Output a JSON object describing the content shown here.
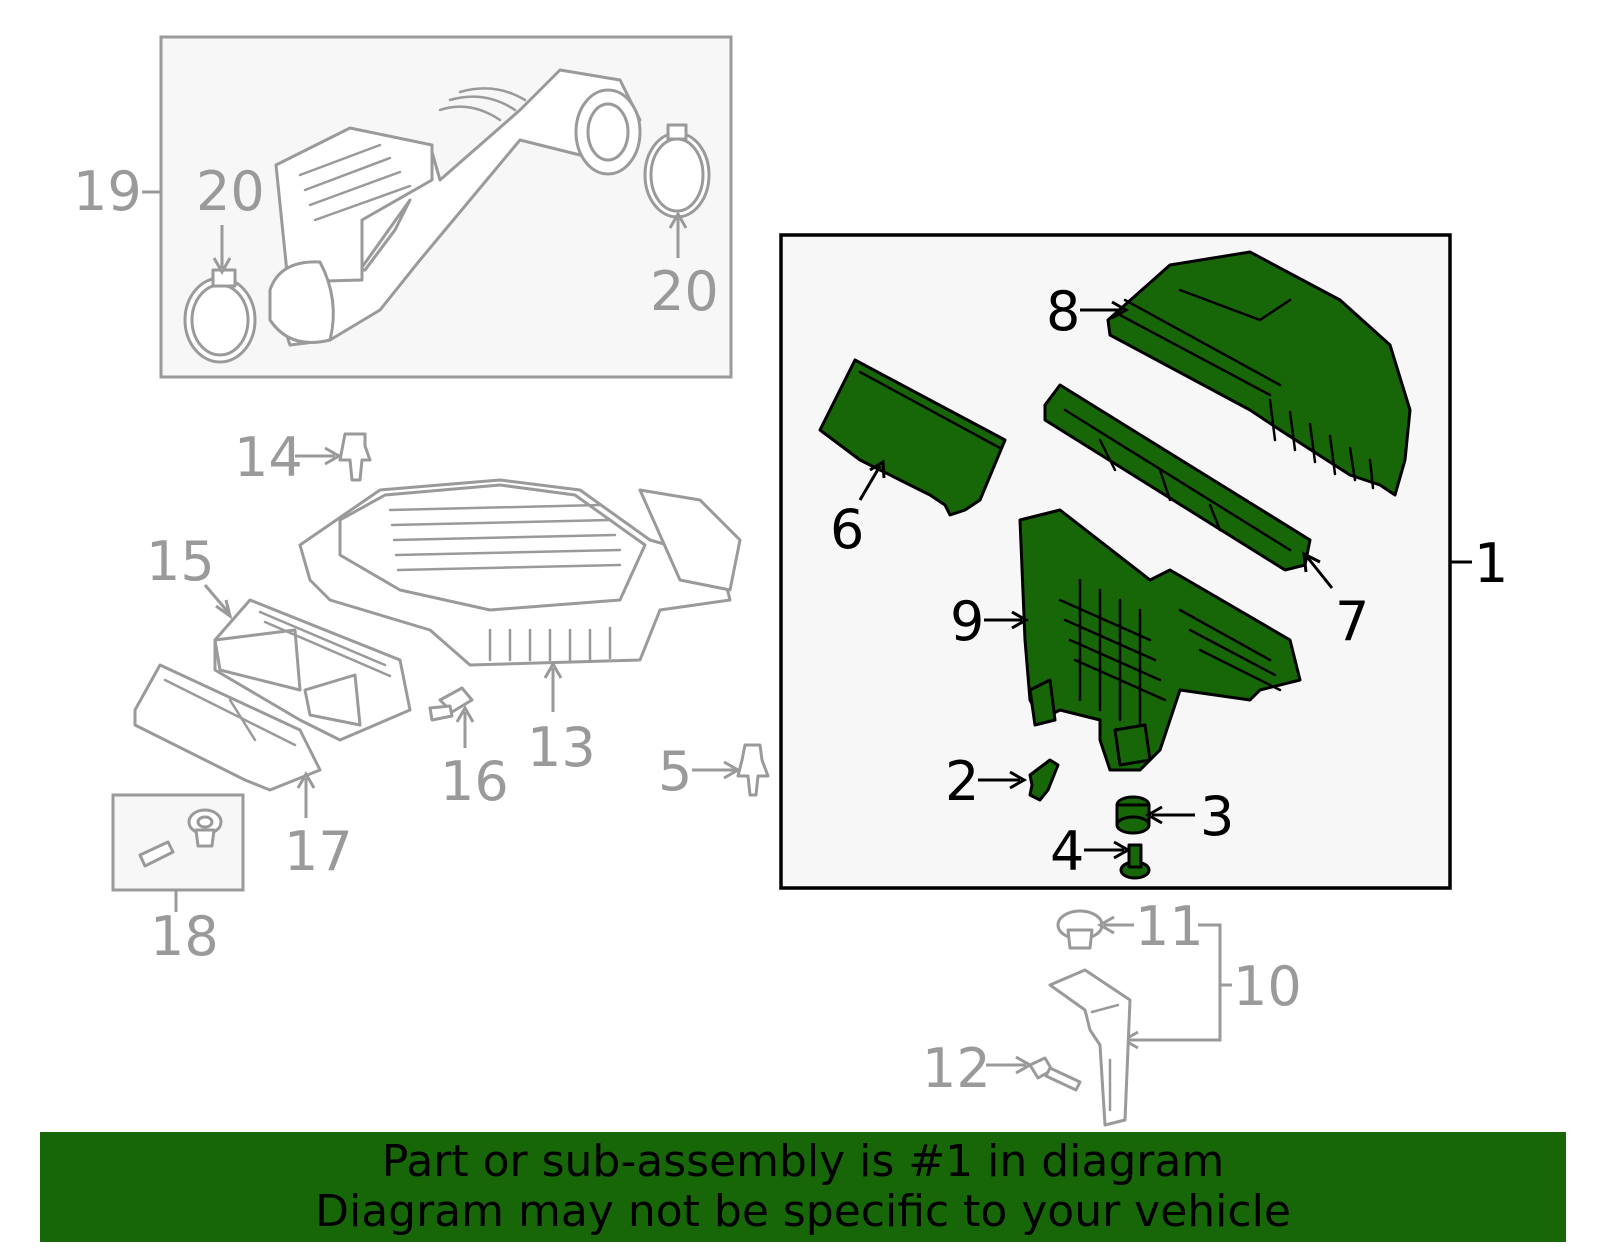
{
  "colors": {
    "highlight": "#176608",
    "background_parts": "#9a9a9a",
    "callout_text": "#000000"
  },
  "callouts": {
    "c1": "1",
    "c2": "2",
    "c3": "3",
    "c4": "4",
    "c5": "5",
    "c6": "6",
    "c7": "7",
    "c8": "8",
    "c9": "9",
    "c10": "10",
    "c11": "11",
    "c12": "12",
    "c13": "13",
    "c14": "14",
    "c15": "15",
    "c16": "16",
    "c17": "17",
    "c18": "18",
    "c19": "19",
    "c20a": "20",
    "c20b": "20"
  },
  "banner": {
    "line1": "Part or sub-assembly is #1 in diagram",
    "line2": "Diagram may not be specific to your vehicle"
  }
}
